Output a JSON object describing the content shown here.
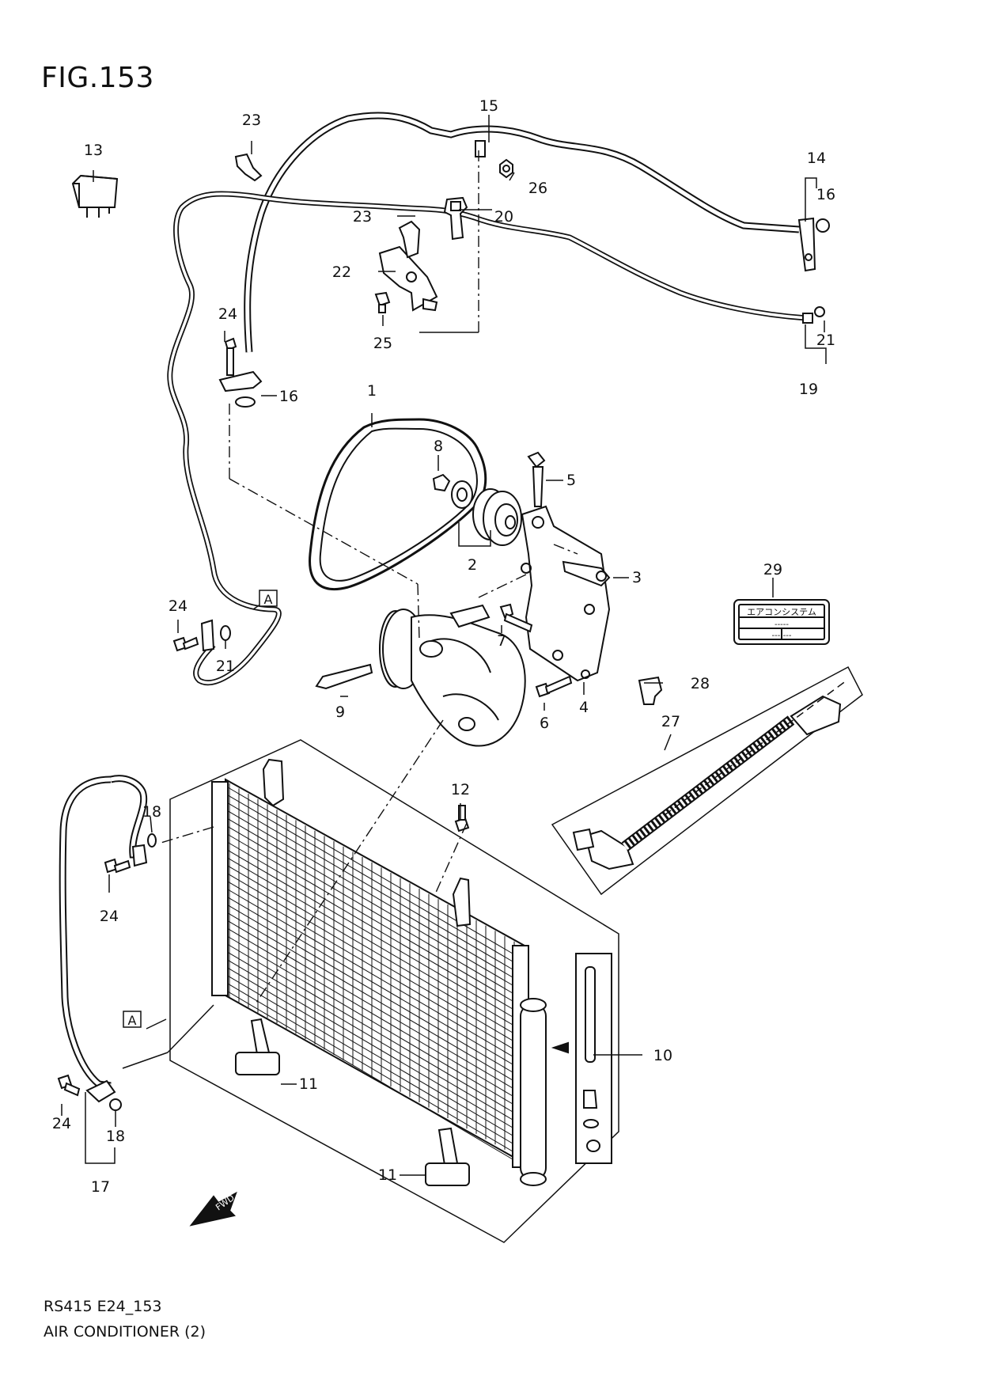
{
  "figure": {
    "title": "FIG.153"
  },
  "footer": {
    "code": "RS415 E24_153",
    "name": "AIR CONDITIONER (2)"
  },
  "labels": {
    "p1": "1",
    "p2": "2",
    "p3": "3",
    "p4": "4",
    "p5": "5",
    "p6": "6",
    "p7": "7",
    "p8": "8",
    "p9": "9",
    "p10": "10",
    "p11a": "11",
    "p11b": "11",
    "p12": "12",
    "p13": "13",
    "p14": "14",
    "p15": "15",
    "p16a": "16",
    "p16b": "16",
    "p17": "17",
    "p18a": "18",
    "p18b": "18",
    "p19": "19",
    "p20": "20",
    "p21a": "21",
    "p21b": "21",
    "p22": "22",
    "p23a": "23",
    "p23b": "23",
    "p24a": "24",
    "p24b": "24",
    "p24c": "24",
    "p24d": "24",
    "p25": "25",
    "p26": "26",
    "p27": "27",
    "p28": "28",
    "p29": "29",
    "refA1": "A",
    "refA2": "A"
  },
  "label_sticker": {
    "text": "エアコンシステム",
    "dash_rows": [
      "-----",
      "---|---"
    ]
  },
  "direction": {
    "text": "FWD"
  }
}
